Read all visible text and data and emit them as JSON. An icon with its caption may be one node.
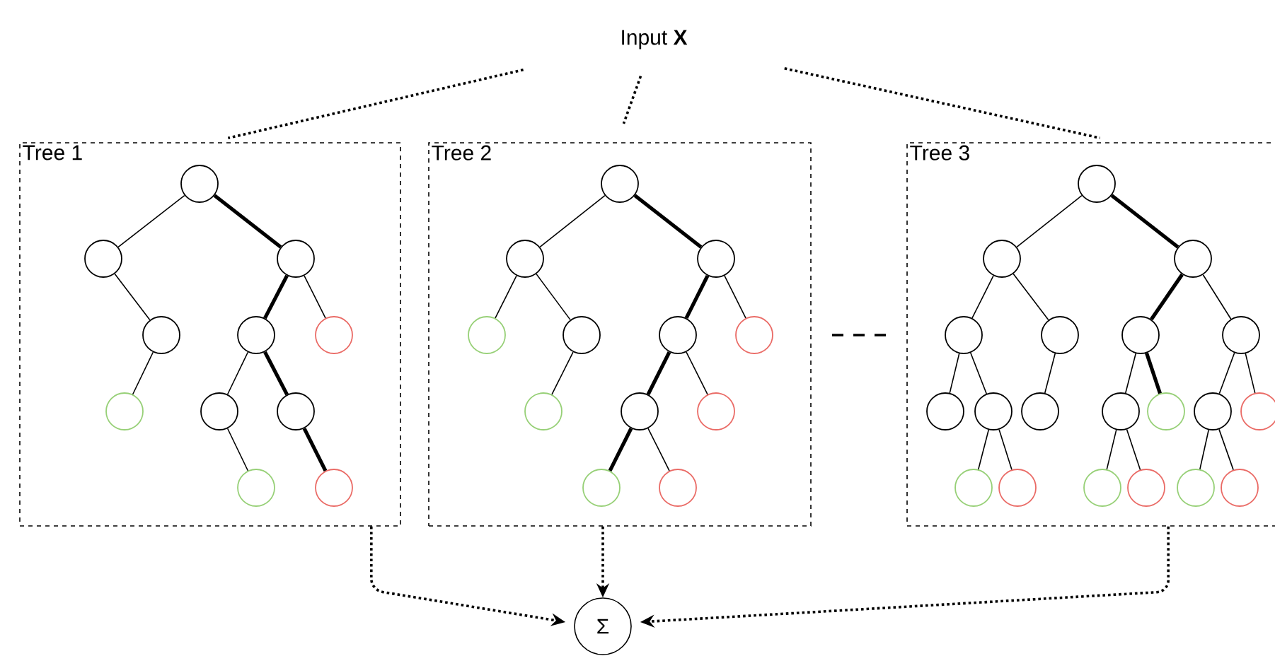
{
  "diagram": {
    "nodes": [
      {
        "text": [
          "Input **X**"
        ]
      },
      {
        "text": [
          "Tree 1"
        ]
      },
      {
        "text": [],
        "shape": "circle",
        "in": 1
      },
      {
        "text": [],
        "shape": "circle",
        "in": 1
      },
      {
        "text": [],
        "shape": "circle",
        "in": 1
      },
      {
        "text": [],
        "shape": "circle",
        "in": 1
      },
      {
        "text": [],
        "shape": "circle",
        "in": 1
      },
      {
        "text": [],
        "shape": "circle",
        "in": 1
      },
      {
        "text": [],
        "shape": "circle",
        "in": 1
      },
      {
        "text": [],
        "shape": "circle",
        "in": 1
      },
      {
        "text": [],
        "shape": "circle",
        "in": 1
      },
      {
        "text": [],
        "shape": "circle",
        "in": 1
      },
      {
        "text": [],
        "shape": "circle",
        "in": 1
      },
      {
        "text": [
          "Tree 2"
        ]
      },
      {
        "text": [],
        "shape": "circle",
        "in": 13
      },
      {
        "text": [],
        "shape": "circle",
        "in": 13
      },
      {
        "text": [],
        "shape": "circle",
        "in": 13
      },
      {
        "text": [],
        "shape": "circle",
        "in": 13
      },
      {
        "text": [],
        "shape": "circle",
        "in": 13
      },
      {
        "text": [],
        "shape": "circle",
        "in": 13
      },
      {
        "text": [],
        "shape": "circle",
        "in": 13
      },
      {
        "text": [],
        "shape": "circle",
        "in": 13
      },
      {
        "text": [],
        "shape": "circle",
        "in": 13
      },
      {
        "text": [],
        "shape": "circle",
        "in": 13
      },
      {
        "text": [],
        "shape": "circle",
        "in": 13
      },
      {
        "text": [],
        "shape": "circle",
        "in": 13
      },
      {
        "text": [
          "Tree 3"
        ]
      },
      {
        "text": [],
        "shape": "circle",
        "in": 26
      },
      {
        "text": [],
        "shape": "circle",
        "in": 26
      },
      {
        "text": [],
        "shape": "circle",
        "in": 26
      },
      {
        "text": [],
        "shape": "circle",
        "in": 26
      },
      {
        "text": [],
        "shape": "circle",
        "in": 26
      },
      {
        "text": [],
        "shape": "circle",
        "in": 26
      },
      {
        "text": [],
        "shape": "circle",
        "in": 26
      },
      {
        "text": [],
        "shape": "circle",
        "in": 26
      },
      {
        "text": [],
        "shape": "circle",
        "in": 26
      },
      {
        "text": [],
        "shape": "circle",
        "in": 26
      },
      {
        "text": [],
        "shape": "circle",
        "in": 26
      },
      {
        "text": [],
        "shape": "circle",
        "in": 26
      },
      {
        "text": [],
        "shape": "circle",
        "in": 26
      },
      {
        "text": [],
        "shape": "circle",
        "in": 26
      },
      {
        "text": [],
        "shape": "circle",
        "in": 26
      },
      {
        "text": [],
        "shape": "circle",
        "in": 26
      },
      {
        "text": [],
        "shape": "circle",
        "in": 26
      },
      {
        "text": [],
        "shape": "circle",
        "in": 26
      },
      {
        "text": [],
        "shape": "circle",
        "in": 26
      },
      {
        "text": [],
        "shape": "circle",
        "in": 26
      },
      {
        "text": [
          "Σ"
        ]
      }
    ],
    "edges": [
      {
        "from": 0,
        "to": 1,
        "arrow": "none",
        "style": "dashed"
      },
      {
        "from": 0,
        "to": 13,
        "arrow": "none",
        "style": "dashed"
      },
      {
        "from": 0,
        "to": 26,
        "arrow": "none",
        "style": "dashed"
      },
      {
        "from": 1,
        "to": 47,
        "arrow": "to",
        "style": "dashed"
      },
      {
        "from": 13,
        "to": 47,
        "arrow": "to",
        "style": "dashed"
      },
      {
        "from": 26,
        "to": 47,
        "arrow": "to",
        "style": "dashed"
      },
      {
        "from": 2,
        "to": 3,
        "arrow": "none"
      },
      {
        "from": 2,
        "to": 4,
        "arrow": "none",
        "style": "thick"
      },
      {
        "from": 3,
        "to": 5,
        "arrow": "none"
      },
      {
        "from": 4,
        "to": 6,
        "arrow": "none",
        "style": "thick"
      },
      {
        "from": 4,
        "to": 7,
        "arrow": "none"
      },
      {
        "from": 5,
        "to": 8,
        "arrow": "none"
      },
      {
        "from": 6,
        "to": 9,
        "arrow": "none"
      },
      {
        "from": 6,
        "to": 10,
        "arrow": "none",
        "style": "thick"
      },
      {
        "from": 9,
        "to": 11,
        "arrow": "none"
      },
      {
        "from": 10,
        "to": 12,
        "arrow": "none",
        "style": "thick"
      },
      {
        "from": 14,
        "to": 15,
        "arrow": "none"
      },
      {
        "from": 14,
        "to": 16,
        "arrow": "none",
        "style": "thick"
      },
      {
        "from": 15,
        "to": 17,
        "arrow": "none"
      },
      {
        "from": 15,
        "to": 18,
        "arrow": "none"
      },
      {
        "from": 16,
        "to": 19,
        "arrow": "none",
        "style": "thick"
      },
      {
        "from": 16,
        "to": 20,
        "arrow": "none"
      },
      {
        "from": 18,
        "to": 21,
        "arrow": "none"
      },
      {
        "from": 19,
        "to": 22,
        "arrow": "none",
        "style": "thick"
      },
      {
        "from": 19,
        "to": 23,
        "arrow": "none"
      },
      {
        "from": 22,
        "to": 24,
        "arrow": "none",
        "style": "thick"
      },
      {
        "from": 22,
        "to": 25,
        "arrow": "none"
      },
      {
        "from": 27,
        "to": 28,
        "arrow": "none"
      },
      {
        "from": 27,
        "to": 29,
        "arrow": "none",
        "style": "thick"
      },
      {
        "from": 28,
        "to": 30,
        "arrow": "none"
      },
      {
        "from": 28,
        "to": 31,
        "arrow": "none"
      },
      {
        "from": 29,
        "to": 32,
        "arrow": "none",
        "style": "thick"
      },
      {
        "from": 29,
        "to": 33,
        "arrow": "none"
      },
      {
        "from": 30,
        "to": 34,
        "arrow": "none"
      },
      {
        "from": 30,
        "to": 35,
        "arrow": "none"
      },
      {
        "from": 31,
        "to": 36,
        "arrow": "none"
      },
      {
        "from": 32,
        "to": 37,
        "arrow": "none"
      },
      {
        "from": 32,
        "to": 38,
        "arrow": "none",
        "style": "thick"
      },
      {
        "from": 33,
        "to": 39,
        "arrow": "none"
      },
      {
        "from": 33,
        "to": 40,
        "arrow": "none"
      },
      {
        "from": 35,
        "to": 41,
        "arrow": "none"
      },
      {
        "from": 35,
        "to": 42,
        "arrow": "none"
      },
      {
        "from": 37,
        "to": 43,
        "arrow": "none"
      },
      {
        "from": 37,
        "to": 44,
        "arrow": "none"
      },
      {
        "from": 39,
        "to": 45,
        "arrow": "none"
      },
      {
        "from": 39,
        "to": 46,
        "arrow": "none"
      }
    ]
  }
}
